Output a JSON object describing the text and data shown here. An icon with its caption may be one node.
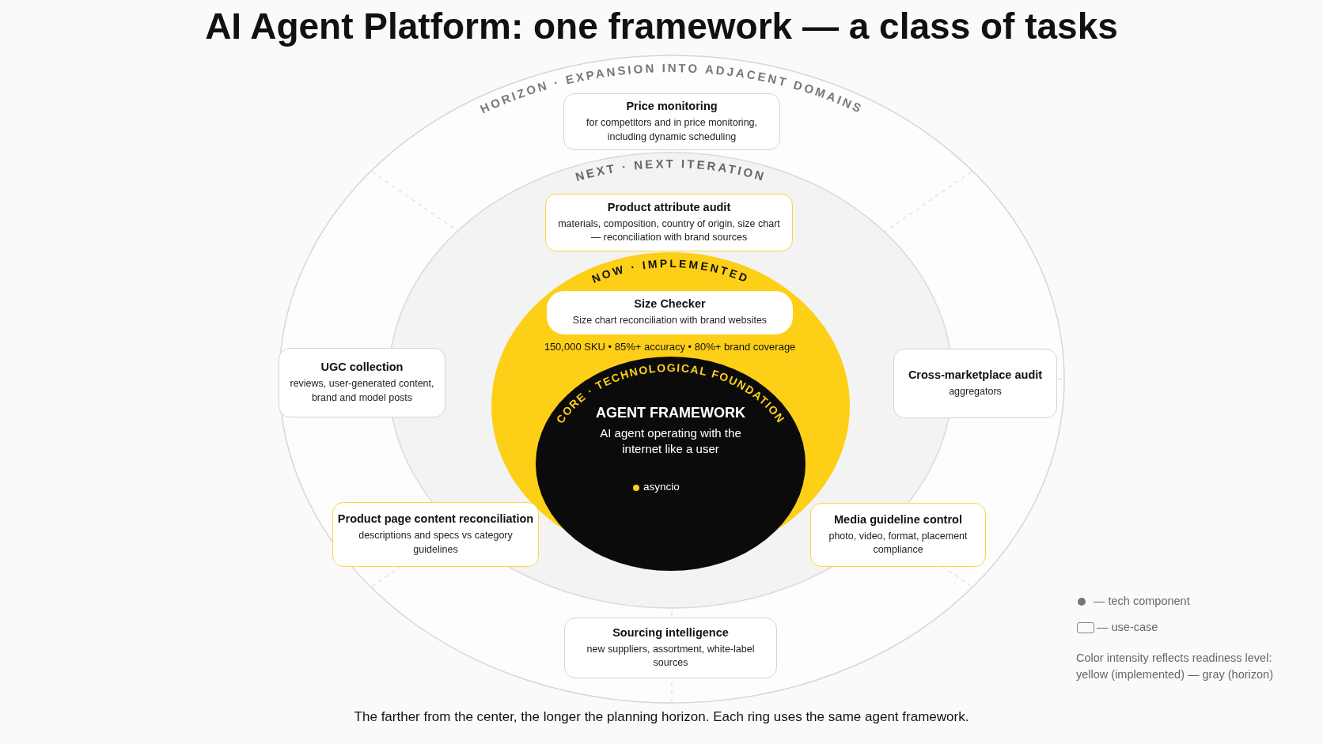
{
  "diagram": {
    "title": "AI Agent Platform: one framework — a class of tasks",
    "caption": "The farther from the center, the longer the planning horizon. Each ring uses the same agent framework.",
    "nodes": [
      {
        "text": [
          "HORIZON · EXPANSION INTO ADJACENT DOMAINS"
        ]
      },
      {
        "text": [
          "Price monitoring",
          "for competitors and in price monitoring, including dynamic scheduling"
        ],
        "in": 0
      },
      {
        "text": [
          "NEXT · NEXT ITERATION"
        ],
        "in": 0
      },
      {
        "text": [
          "Product attribute audit",
          "materials, composition, country of origin, size chart — reconciliation with brand sources"
        ],
        "in": 2
      },
      {
        "text": [
          "NOW · IMPLEMENTED"
        ],
        "in": 2
      },
      {
        "text": [
          "Size Checker",
          "Size chart reconciliation with brand websites"
        ],
        "in": 4,
        "beside": [
          "150,000 SKU • 85%+ accuracy • 80%+ brand coverage"
        ]
      },
      {
        "text": [
          "CORE · TECHNOLOGICAL FOUNDATION",
          "AGENT FRAMEWORK",
          "AI agent operating with the internet like a user"
        ],
        "in": 4
      },
      {
        "text": [
          "UGC collection",
          "reviews, user-generated content, brand and model posts"
        ],
        "in": 0
      },
      {
        "text": [
          "Cross-marketplace audit",
          "aggregators"
        ],
        "in": 0
      },
      {
        "text": [
          "Product page content reconciliation",
          "descriptions and specs vs category guidelines"
        ],
        "in": 0
      },
      {
        "text": [
          "Media guideline control",
          "photo, video, format, placement compliance"
        ],
        "in": 0
      },
      {
        "text": [
          "Sourcing intelligence",
          "new suppliers, assortment, white-label sources"
        ],
        "in": 0
      }
    ],
    "edges": [],
    "labels": [
      "asyncio",
      "Color intensity reflects readiness level: yellow (implemented) — gray (horizon)"
    ],
    "legend": [
      {
        "text": "— tech component"
      },
      {
        "text": "— use-case"
      }
    ]
  }
}
